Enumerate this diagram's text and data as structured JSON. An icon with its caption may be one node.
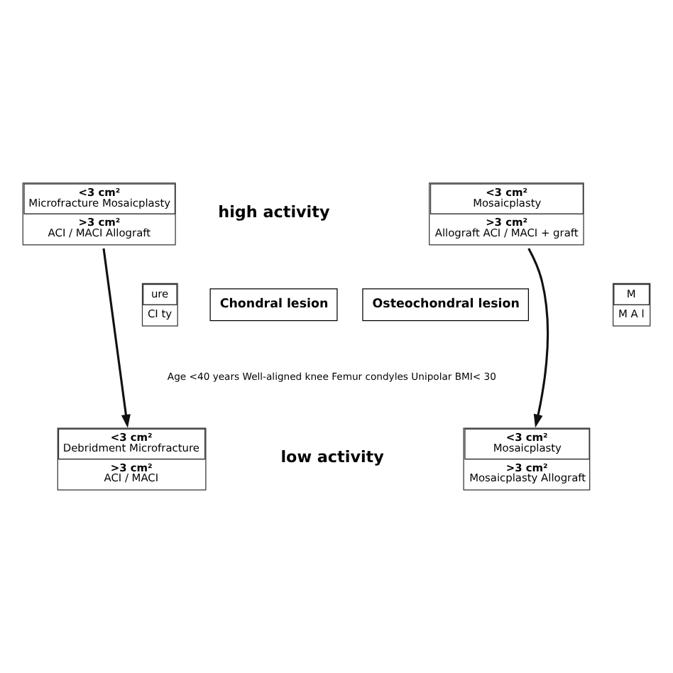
{
  "diagram": {
    "nodes": [
      {
        "text": [
          "<3 cm²",
          "Microfracture Mosaicplasty",
          ">3 cm²",
          "ACI / MACI Allograft"
        ]
      },
      {
        "text": [
          "<3 cm²",
          "Mosaicplasty",
          ">3 cm²",
          "Allograft ACI / MACI + graft"
        ]
      },
      {
        "text": [
          "ure",
          "CI ty"
        ]
      },
      {
        "text": [
          "Chondral lesion"
        ]
      },
      {
        "text": [
          "Osteochondral lesion"
        ]
      },
      {
        "text": [
          "M",
          "M A l"
        ]
      },
      {
        "text": [
          "<3 cm²",
          "Debridment Microfracture",
          ">3 cm²",
          "ACI / MACI"
        ]
      },
      {
        "text": [
          "<3 cm²",
          "Mosaicplasty",
          ">3 cm²",
          "Mosaicplasty Allograft"
        ]
      }
    ],
    "edges": [
      {
        "from": 0,
        "to": 6,
        "arrow": "to"
      },
      {
        "from": 1,
        "to": 7,
        "arrow": "to"
      }
    ],
    "labels": [
      "high activity",
      "Age <40 years Well-aligned knee Femur condyles Unipolar BMI< 30",
      "low activity"
    ]
  }
}
